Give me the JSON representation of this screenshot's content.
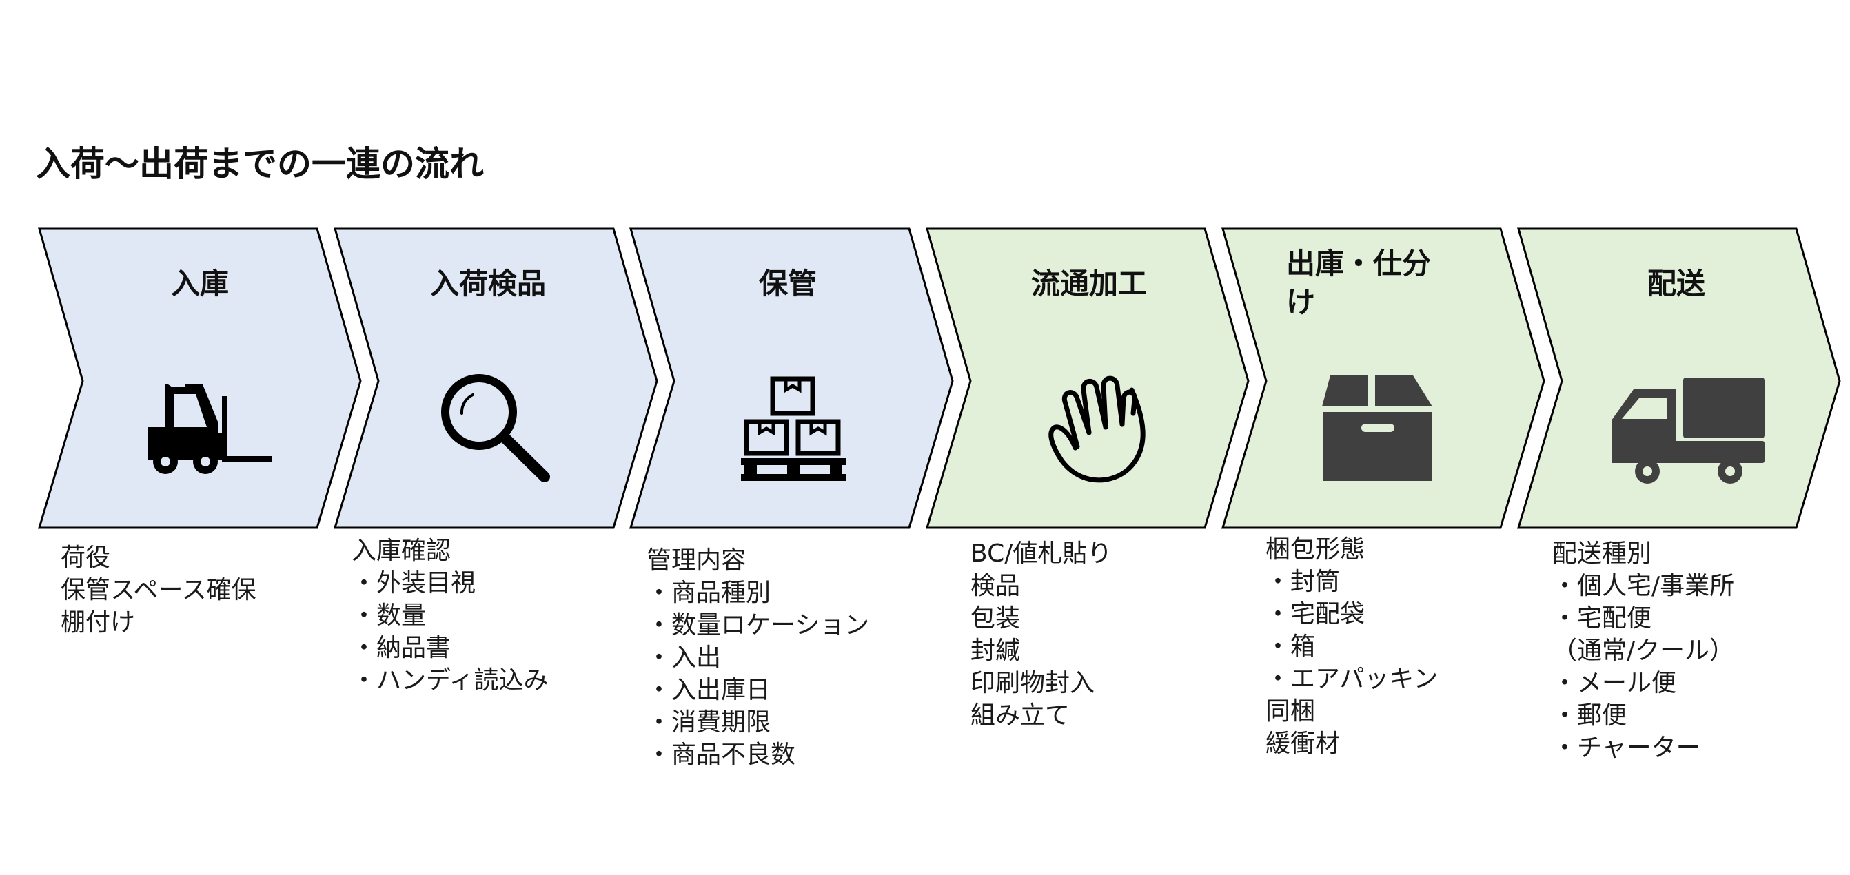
{
  "title": "入荷〜出荷までの一連の流れ",
  "colors": {
    "blue_fill": "#dfe8f4",
    "green_fill": "#e2efd9",
    "outline": "#000000",
    "icon": "#404040"
  },
  "steps": [
    {
      "title": "入庫",
      "icon": "forklift-icon",
      "fill": "blue",
      "notes": [
        "荷役",
        "保管スペース確保",
        "棚付け"
      ]
    },
    {
      "title": "入荷検品",
      "icon": "magnifier-icon",
      "fill": "blue",
      "notes": [
        "入庫確認",
        "・外装目視",
        "・数量",
        "・納品書",
        "・ハンディ読込み"
      ]
    },
    {
      "title": "保管",
      "icon": "stacked-boxes-icon",
      "fill": "blue",
      "notes": [
        "管理内容",
        "・商品種別",
        "・数量ロケーション",
        "・入出",
        "・入出庫日",
        "・消費期限",
        "・商品不良数"
      ]
    },
    {
      "title": "流通加工",
      "icon": "hand-icon",
      "fill": "green",
      "notes": [
        "BC/値札貼り",
        "検品",
        "包装",
        "封緘",
        "印刷物封入",
        "組み立て"
      ]
    },
    {
      "title": "出庫・仕分け",
      "icon": "box-icon",
      "fill": "green",
      "notes": [
        "梱包形態",
        "・封筒",
        "・宅配袋",
        "・箱",
        "・エアパッキン",
        "同梱",
        "緩衝材"
      ]
    },
    {
      "title": "配送",
      "icon": "truck-icon",
      "fill": "green",
      "notes": [
        "配送種別",
        "・個人宅/事業所",
        "・宅配便",
        "（通常/クール）",
        "・メール便",
        "・郵便",
        "・チャーター"
      ]
    }
  ]
}
